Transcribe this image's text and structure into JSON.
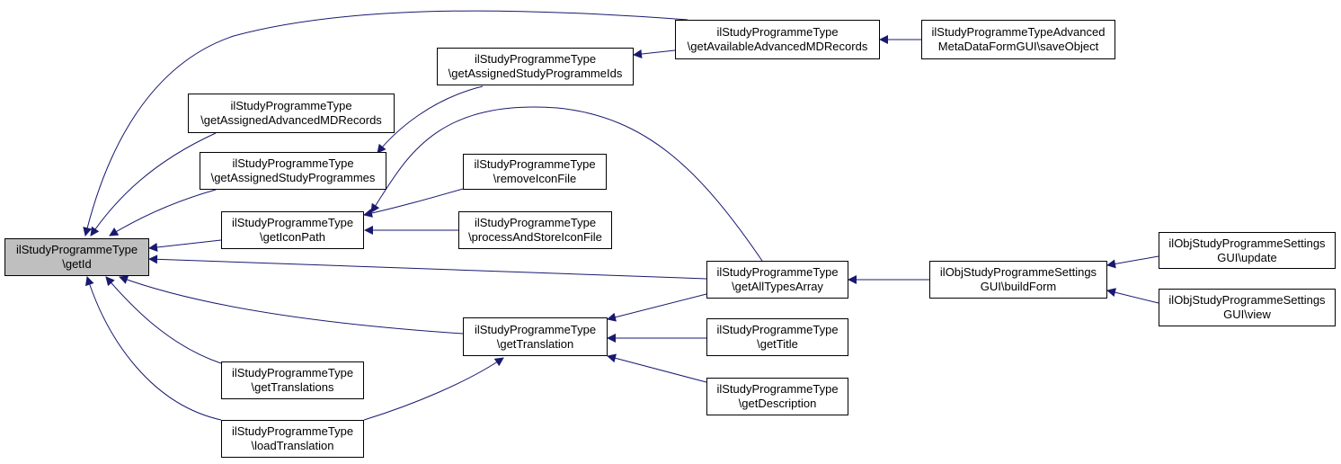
{
  "colors": {
    "edge": "#191970",
    "node_border": "#000000",
    "current_fill": "#bfbfbf",
    "node_fill": "#ffffff"
  },
  "nodes": {
    "getId": {
      "line1": "ilStudyProgrammeType",
      "line2": "\\getId"
    },
    "getAvailableAdvancedMDRecords": {
      "line1": "ilStudyProgrammeType",
      "line2": "\\getAvailableAdvancedMDRecords"
    },
    "saveObject": {
      "line1": "ilStudyProgrammeTypeAdvanced",
      "line2": "MetaDataFormGUI\\saveObject"
    },
    "getAssignedStudyProgrammeIds": {
      "line1": "ilStudyProgrammeType",
      "line2": "\\getAssignedStudyProgrammeIds"
    },
    "getAssignedAdvancedMDRecords": {
      "line1": "ilStudyProgrammeType",
      "line2": "\\getAssignedAdvancedMDRecords"
    },
    "getAssignedStudyProgrammes": {
      "line1": "ilStudyProgrammeType",
      "line2": "\\getAssignedStudyProgrammes"
    },
    "removeIconFile": {
      "line1": "ilStudyProgrammeType",
      "line2": "\\removeIconFile"
    },
    "getIconPath": {
      "line1": "ilStudyProgrammeType",
      "line2": "\\getIconPath"
    },
    "processAndStoreIconFile": {
      "line1": "ilStudyProgrammeType",
      "line2": "\\processAndStoreIconFile"
    },
    "getAllTypesArray": {
      "line1": "ilStudyProgrammeType",
      "line2": "\\getAllTypesArray"
    },
    "buildForm": {
      "line1": "ilObjStudyProgrammeSettings",
      "line2": "GUI\\buildForm"
    },
    "update": {
      "line1": "ilObjStudyProgrammeSettings",
      "line2": "GUI\\update"
    },
    "view": {
      "line1": "ilObjStudyProgrammeSettings",
      "line2": "GUI\\view"
    },
    "getTranslation": {
      "line1": "ilStudyProgrammeType",
      "line2": "\\getTranslation"
    },
    "getTitle": {
      "line1": "ilStudyProgrammeType",
      "line2": "\\getTitle"
    },
    "getDescription": {
      "line1": "ilStudyProgrammeType",
      "line2": "\\getDescription"
    },
    "getTranslations": {
      "line1": "ilStudyProgrammeType",
      "line2": "\\getTranslations"
    },
    "loadTranslation": {
      "line1": "ilStudyProgrammeType",
      "line2": "\\loadTranslation"
    }
  }
}
